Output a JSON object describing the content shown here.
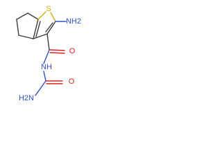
{
  "molecule": {
    "atoms": {
      "sulfur": "S",
      "amino_top": "NH2",
      "carbonyl_oxygen_top": "O",
      "amide_nitrogen": "NH",
      "carbonyl_oxygen_bottom": "O",
      "amino_bottom": "H2N"
    },
    "colors": {
      "bond": "#3a3a3a",
      "sulfur": "#c9b400",
      "nitrogen": "#2f4fd6",
      "oxygen": "#d9231c"
    }
  }
}
